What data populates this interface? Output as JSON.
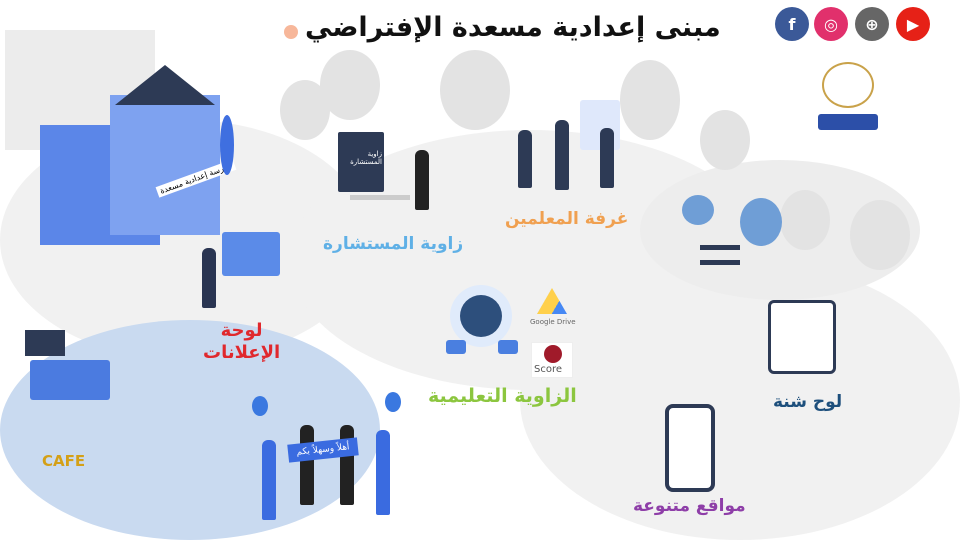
{
  "header": {
    "title": "مبنى إعدادية مسعدة الإفتراضي"
  },
  "social": [
    {
      "name": "facebook",
      "glyph": "f",
      "color": "#3b5998"
    },
    {
      "name": "instagram",
      "glyph": "◎",
      "color": "#e1306c"
    },
    {
      "name": "website",
      "glyph": "⊕",
      "color": "#666666"
    },
    {
      "name": "youtube",
      "glyph": "▶",
      "color": "#e62117"
    }
  ],
  "building": {
    "sign": "مدرسة إعدادية مسعدة"
  },
  "rooms": {
    "counselor": {
      "label": "زاوية المستشارة",
      "color": "#5fb0e6",
      "board": "زاوية المستشارة"
    },
    "teachers": {
      "label": "غرفة المعلمين",
      "color": "#f0a050"
    },
    "notice_board": {
      "line1": "لوحة",
      "line2": "الإعلانات",
      "color": "#e0282d"
    },
    "learning": {
      "label": "الزاوية التعليمية",
      "color": "#8cc63f",
      "drive": "Google Drive",
      "score": "Score"
    },
    "yearboard": {
      "label": "لوح شنة",
      "color": "#1d4f7c"
    },
    "sites": {
      "label": "مواقع متنوعة",
      "color": "#8e3ea8"
    },
    "cafe": {
      "label": "CAFE",
      "color": "#d4a017"
    }
  },
  "welcome": {
    "banner": "أهلاً وسهلاً بكم"
  }
}
